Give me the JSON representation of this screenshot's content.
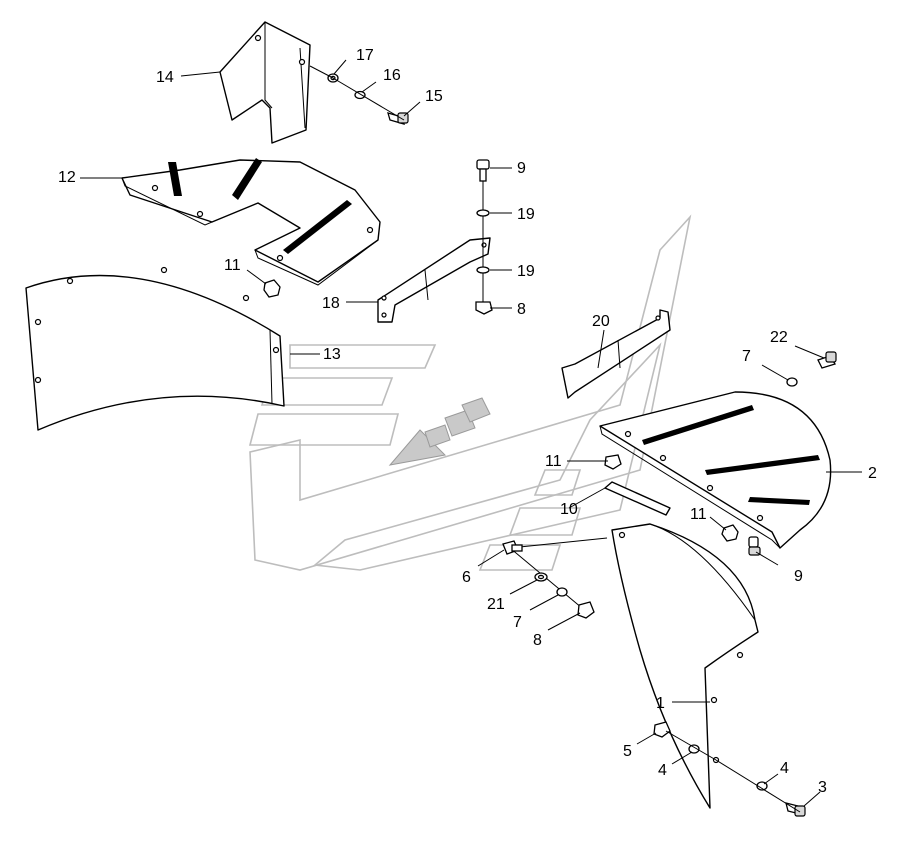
{
  "diagram": {
    "callouts": {
      "c1": "1",
      "c2": "2",
      "c3": "3",
      "c4a": "4",
      "c4b": "4",
      "c5": "5",
      "c6": "6",
      "c7a": "7",
      "c7b": "7",
      "c8a": "8",
      "c8b": "8",
      "c9a": "9",
      "c9b": "9",
      "c10": "10",
      "c11a": "11",
      "c11b": "11",
      "c11c": "11",
      "c12": "12",
      "c13": "13",
      "c14": "14",
      "c15": "15",
      "c16": "16",
      "c17": "17",
      "c18": "18",
      "c19a": "19",
      "c19b": "19",
      "c20": "20",
      "c21": "21",
      "c22": "22"
    },
    "colors": {
      "line": "#000000",
      "watermark": "#bdbdbd",
      "background": "#ffffff"
    }
  }
}
